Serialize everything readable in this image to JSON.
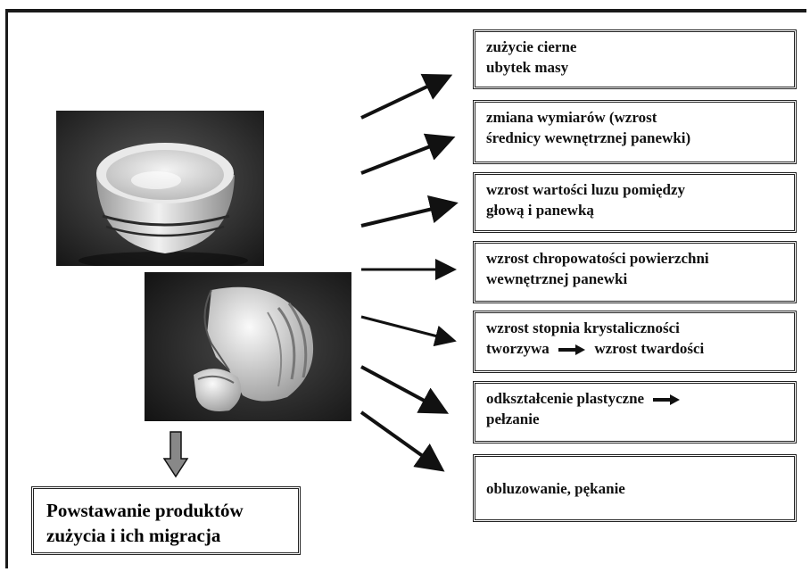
{
  "boxes": [
    {
      "line1": "zużycie cierne",
      "line2": "ubytek masy"
    },
    {
      "line1": "zmiana wymiarów (wzrost",
      "line2": "średnicy wewnętrznej panewki)"
    },
    {
      "line1": "wzrost wartości luzu pomiędzy",
      "line2": "głową i panewką"
    },
    {
      "line1": "wzrost chropowatości powierzchni",
      "line2": "wewnętrznej panewki"
    },
    {
      "line1": "wzrost stopnia krystaliczności",
      "line2a": "tworzywa",
      "line2b": "wzrost twardości"
    },
    {
      "line1a": "odkształcenie plastyczne",
      "line2": "pełzanie"
    },
    {
      "line1": "obluzowanie, pękanie"
    }
  ],
  "result": {
    "line1": "Powstawanie produktów",
    "line2": "zużycia i ich migracja"
  },
  "photos": [
    {
      "icon": "intact-acetabular-cup-photo"
    },
    {
      "icon": "fractured-acetabular-cup-photo"
    }
  ],
  "colors": {
    "frame": "#1a1a1a",
    "arrow": "#111111",
    "down_arrow": "#888888"
  }
}
